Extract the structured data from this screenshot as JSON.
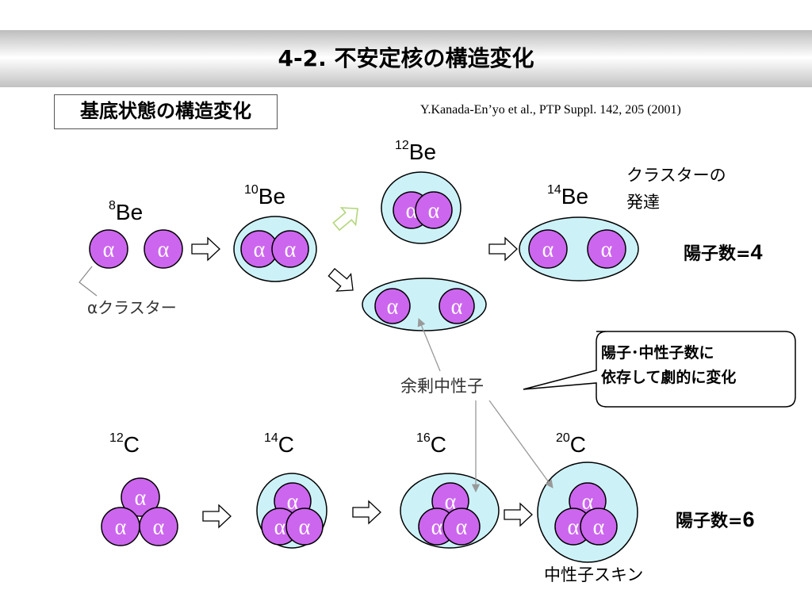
{
  "title": "4-2. 不安定核の構造変化",
  "section": "基底状態の構造変化",
  "citation": "Y.Kanada-En’yo et al., PTP  Suppl. 142, 205 (2001)",
  "alpha": "α",
  "nuclei": {
    "be8": {
      "mass": "8",
      "symbol": "Be"
    },
    "be10": {
      "mass": "10",
      "symbol": "Be"
    },
    "be12": {
      "mass": "12",
      "symbol": "Be"
    },
    "be14": {
      "mass": "14",
      "symbol": "Be"
    },
    "c12": {
      "mass": "12",
      "symbol": "C"
    },
    "c14": {
      "mass": "14",
      "symbol": "C"
    },
    "c16": {
      "mass": "16",
      "symbol": "C"
    },
    "c20": {
      "mass": "20",
      "symbol": "C"
    }
  },
  "labels": {
    "alpha_cluster": "αクラスター",
    "cluster_dev_line1": "クラスターの",
    "cluster_dev_line2": "発達",
    "excess_neutrons": "余剰中性子",
    "neutron_skin": "中性子スキン",
    "proton_label": "陽子数=",
    "proton_be": "4",
    "proton_c": "6",
    "callout_line1": "陽子･中性子数に",
    "callout_line2": "依存して劇的に変化"
  },
  "colors": {
    "alpha_fill": "#cc66ee",
    "neutron_cloud": "#ccf2f8",
    "highlight_arrow": "#b3d67a"
  }
}
